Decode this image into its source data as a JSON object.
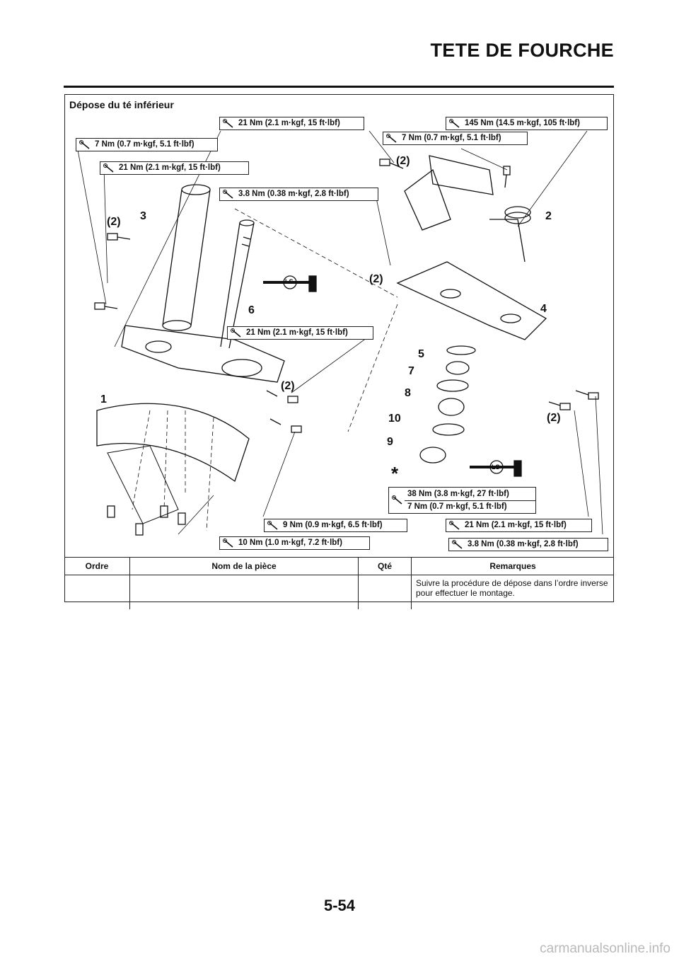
{
  "header": {
    "title": "TETE DE FOURCHE"
  },
  "section": {
    "title": "Dépose du té inférieur"
  },
  "torques": [
    "21 Nm (2.1 m·kgf, 15 ft·lbf)",
    "145 Nm (14.5 m·kgf, 105 ft·lbf)",
    "7 Nm (0.7 m·kgf, 5.1 ft·lbf)",
    "7 Nm (0.7 m·kgf, 5.1 ft·lbf)",
    "21 Nm (2.1 m·kgf, 15 ft·lbf)",
    "3.8 Nm (0.38 m·kgf, 2.8 ft·lbf)",
    "21 Nm (2.1 m·kgf, 15 ft·lbf)",
    "38 Nm (3.8 m·kgf, 27 ft·lbf)",
    "7 Nm (0.7 m·kgf, 5.1 ft·lbf)",
    "9 Nm (0.9 m·kgf, 6.5 ft·lbf)",
    "21 Nm (2.1 m·kgf, 15 ft·lbf)",
    "10 Nm (1.0 m·kgf, 7.2 ft·lbf)",
    "3.8 Nm (0.38 m·kgf, 2.8 ft·lbf)"
  ],
  "callouts": [
    "1",
    "2",
    "3",
    "4",
    "5",
    "6",
    "7",
    "8",
    "9",
    "10",
    "(2)",
    "*"
  ],
  "lubricant_symbol": "LS",
  "table": {
    "headers": [
      "Ordre",
      "Nom de la pièce",
      "Qté",
      "Remarques"
    ],
    "rows": [
      [
        "",
        "",
        "",
        "Suivre la procédure de dépose dans l’ordre inverse pour effectuer le montage."
      ]
    ]
  },
  "footer": {
    "page_number": "5-54",
    "watermark": "carmanualsonline.info"
  }
}
